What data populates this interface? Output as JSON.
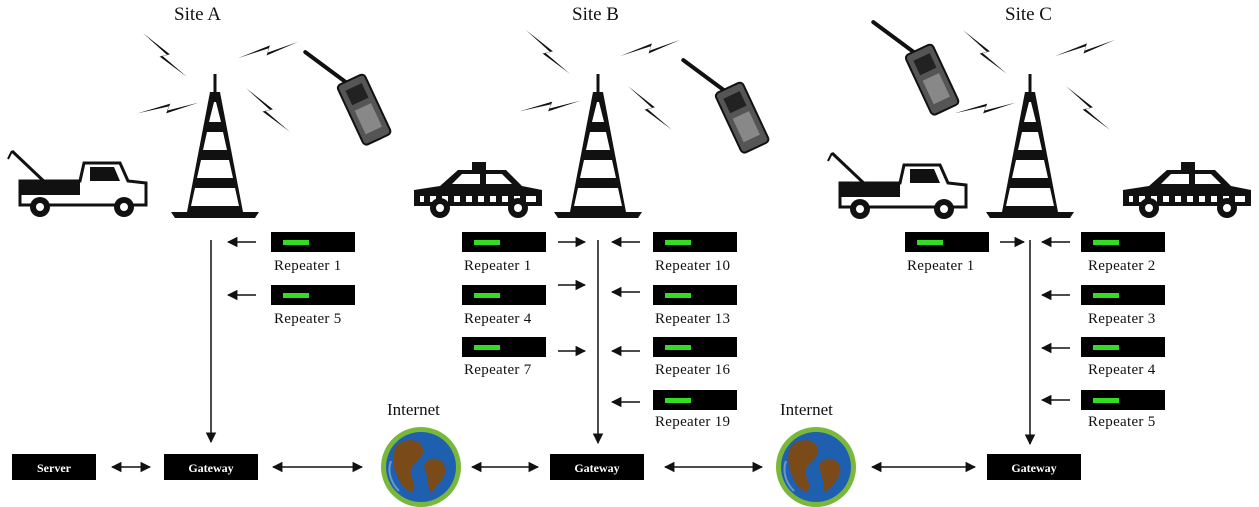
{
  "sites": [
    {
      "name": "Site A",
      "repeaters": [
        {
          "label": "Repeater 1"
        },
        {
          "label": "Repeater 5"
        }
      ],
      "gateway": "Gateway"
    },
    {
      "name": "Site B",
      "repeaters": [
        {
          "label": "Repeater 1"
        },
        {
          "label": "Repeater 4"
        },
        {
          "label": "Repeater 7"
        },
        {
          "label": "Repeater 10"
        },
        {
          "label": "Repeater 13"
        },
        {
          "label": "Repeater 16"
        },
        {
          "label": "Repeater 19"
        }
      ],
      "gateway": "Gateway"
    },
    {
      "name": "Site C",
      "repeaters": [
        {
          "label": "Repeater 1"
        },
        {
          "label": "Repeater 2"
        },
        {
          "label": "Repeater 3"
        },
        {
          "label": "Repeater 4"
        },
        {
          "label": "Repeater 5"
        }
      ],
      "gateway": "Gateway"
    }
  ],
  "server": "Server",
  "internet": [
    "Internet",
    "Internet"
  ],
  "colors": {
    "box": "#000000",
    "led": "#33dd22",
    "globe_ocean": "#1f5fb0",
    "globe_land": "#7a4a18",
    "globe_ring": "#79b83a"
  },
  "icons": [
    "radio-tower-icon",
    "lightning-bolt-icon",
    "walkie-talkie-icon",
    "tow-truck-icon",
    "taxi-icon",
    "globe-icon"
  ]
}
